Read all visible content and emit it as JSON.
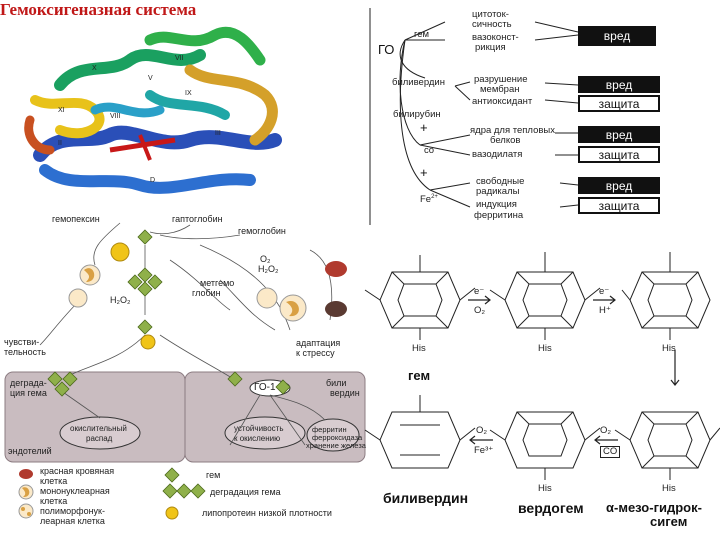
{
  "title": "Гемоксигеназная система",
  "scheme": {
    "go": "ГО",
    "gem": "гем",
    "biliverdin": "биливердин",
    "bilirubin": "билирубин",
    "co": "co",
    "fe": "Fe",
    "fe_sup": "2+",
    "plus": "+",
    "effects": {
      "cytotox_1": "цитоток-",
      "cytotox_2": "сичность",
      "oxidant_1": "вазоконст-",
      "oxidant_2": "рикция",
      "membr_1": "разрушение",
      "membr_2": "мембран",
      "antiox": "антиоксидант",
      "hsp_1": "ядра для тепловых",
      "hsp_2": "белков",
      "vasodil": "вазодилатя",
      "radic_1": "свободные",
      "radic_2": "радикалы",
      "induct": "индукция",
      "ferritin": "ферритина"
    },
    "outcomes": {
      "harm_1": "вред",
      "harm_2": "вред",
      "protect_1": "защита",
      "harm_3": "вред",
      "protect_2": "защита",
      "harm_4": "вред",
      "protect_3": "защита"
    }
  },
  "pathway": {
    "hemopexin": "гемопексин",
    "haptoglobin": "гаптоглобин",
    "hemoglobin": "гемоглобин",
    "methemo_1": "метгемо",
    "methemo_2": "глобин",
    "sens_1": "чувстви-",
    "sens_2": "тельность",
    "adapt_1": "адаптация",
    "adapt_2": "к стрессу",
    "degr_1": "деграда-",
    "degr_2": "ция гема",
    "ho1": "ГО-1",
    "bili_1": "били",
    "bili_2": "вердин",
    "oxid_1": "окислительный",
    "oxid_2": "распад",
    "resist_1": "устойчивость",
    "resist_2": "к окислению",
    "ferr_1": "ферритин",
    "ferr_2": "ферроксидаза",
    "ferr_3": "хранение железа",
    "endo": "эндотелий",
    "o2": "O₂",
    "h2o2": "H₂O₂"
  },
  "legend": {
    "rbc_1": "красная кровяная",
    "rbc_2": "клетка",
    "mono_1": "мононуклеарная",
    "mono_2": "клетка",
    "poly_1": "полиморфонук-",
    "poly_2": "леарная клетка",
    "heme": "гем",
    "degr": "деградация гема",
    "ldl": "липопротеин низкой плотности"
  },
  "chemistry": {
    "gem": "гем",
    "biliverdin": "биливердин",
    "verdohem": "вердогем",
    "meso_1": "α-мезо-гидрок-",
    "meso_2": "сигем",
    "his": "His",
    "fe3": "Fe³⁺",
    "co": "CO",
    "e": "e⁻",
    "o2": "O₂",
    "h": "H⁺"
  },
  "colors": {
    "title": "#c01818",
    "membrane": "#c9bcc0",
    "diamond": "#8fb04a",
    "rbc": "#b03a2e",
    "mono": "#d9a043",
    "yellow": "#f0c418"
  }
}
